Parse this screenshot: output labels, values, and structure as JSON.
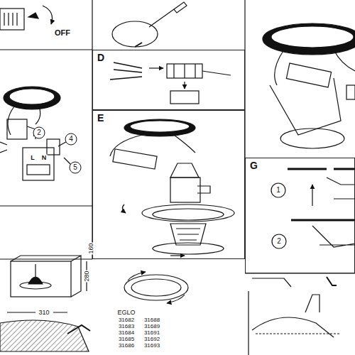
{
  "diagram": {
    "nodes": [
      {
        "text": [
          "D"
        ]
      },
      {
        "text": [
          "E"
        ]
      },
      {
        "text": [
          "G"
        ]
      }
    ],
    "labels": [
      "OFF",
      "2",
      "4",
      "5",
      "L",
      "N",
      "1",
      "2",
      "280",
      "160",
      "310",
      "EGLO",
      "31682",
      "31688",
      "31683",
      "31689",
      "31684",
      "31691",
      "31685",
      "31692",
      "31686",
      "31693"
    ]
  }
}
